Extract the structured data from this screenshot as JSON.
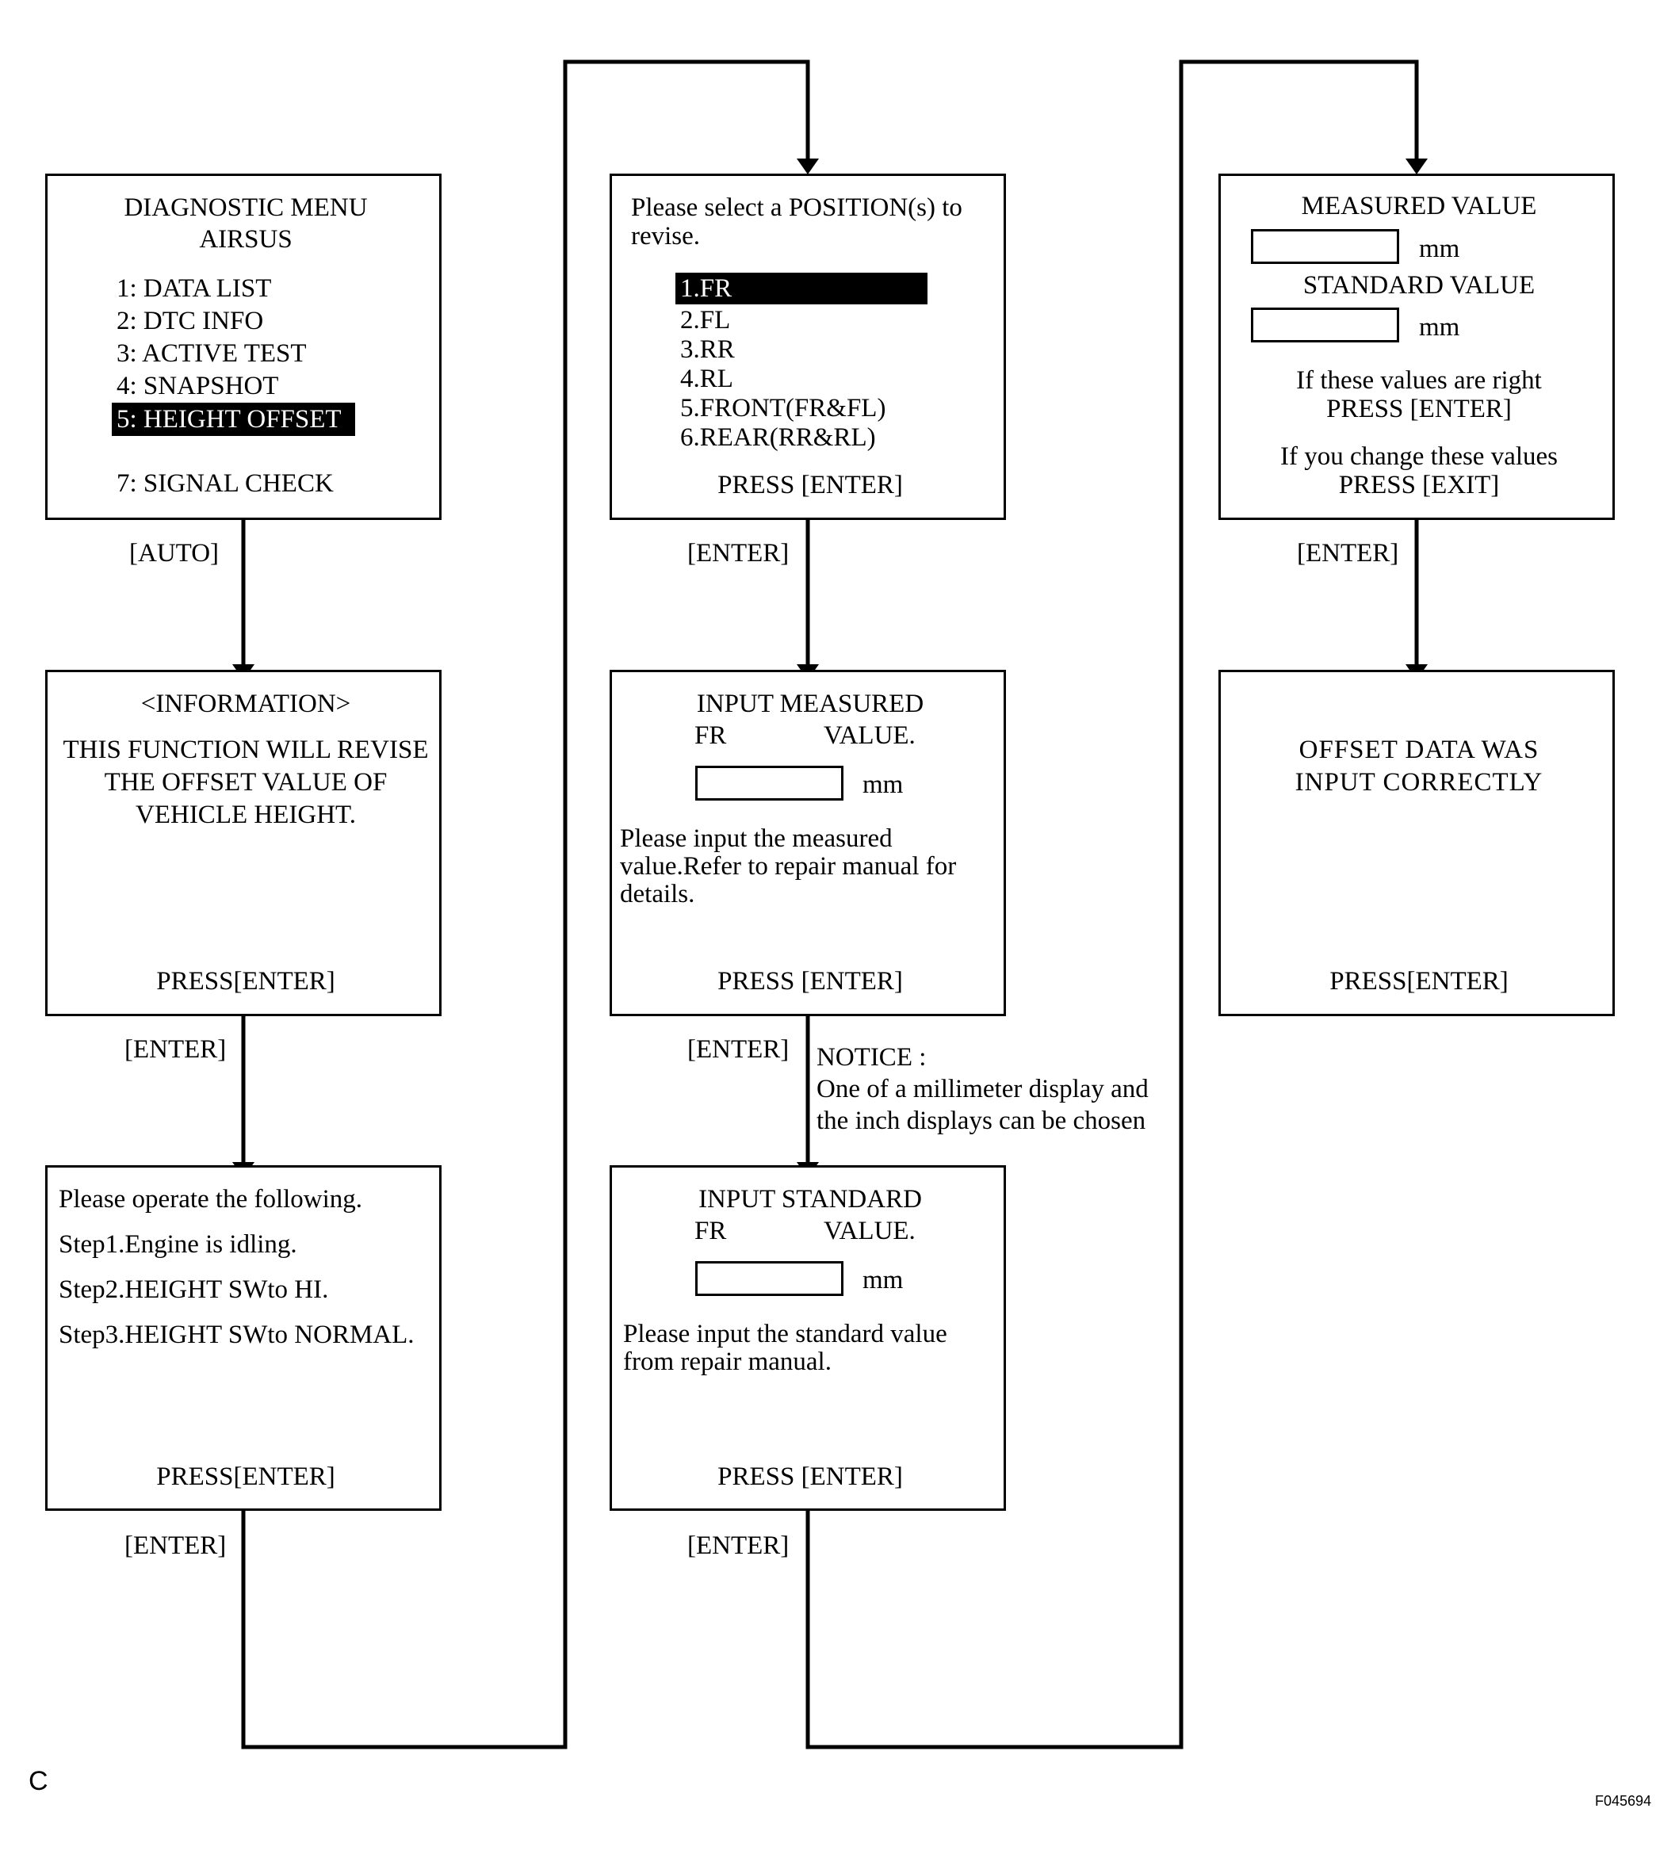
{
  "screens": {
    "menu": {
      "title1": "DIAGNOSTIC MENU",
      "title2": "AIRSUS",
      "items": [
        "1: DATA LIST",
        "2: DTC INFO",
        "3: ACTIVE TEST",
        "4: SNAPSHOT",
        "5: HEIGHT OFFSET",
        "7: SIGNAL CHECK"
      ],
      "selected_index": 4
    },
    "information": {
      "title": "<INFORMATION>",
      "lines": [
        "THIS FUNCTION WILL REVISE",
        "THE OFFSET VALUE OF",
        "VEHICLE HEIGHT."
      ],
      "press": "PRESS[ENTER]"
    },
    "operate": {
      "intro": "Please operate the following.",
      "steps": [
        "Step1.Engine is idling.",
        "Step2.HEIGHT SWto HI.",
        "Step3.HEIGHT SWto NORMAL."
      ],
      "press": "PRESS[ENTER]"
    },
    "position": {
      "prompt1": "Please select a POSITION(s) to",
      "prompt2": "revise.",
      "options": [
        "1.FR",
        "2.FL",
        "3.RR",
        "4.RL",
        "5.FRONT(FR&FL)",
        "6.REAR(RR&RL)"
      ],
      "selected_index": 0,
      "press": "PRESS [ENTER]"
    },
    "input_measured": {
      "title": "INPUT MEASURED",
      "pos": "FR",
      "value_word": "VALUE.",
      "unit": "mm",
      "lines": [
        "Please input the measured",
        "value.Refer to repair manual for",
        "details."
      ],
      "press": "PRESS [ENTER]"
    },
    "input_standard": {
      "title": "INPUT STANDARD",
      "pos": "FR",
      "value_word": "VALUE.",
      "unit": "mm",
      "lines": [
        "Please input the standard value",
        "from repair manual."
      ],
      "press": "PRESS [ENTER]"
    },
    "confirm": {
      "measured_label": "MEASURED VALUE",
      "standard_label": "STANDARD VALUE",
      "unit": "mm",
      "right1": "If these values are right",
      "right2": "PRESS [ENTER]",
      "change1": "If you change these values",
      "change2": "PRESS [EXIT]"
    },
    "done": {
      "line1": "OFFSET DATA WAS",
      "line2": "INPUT CORRECTLY",
      "press": "PRESS[ENTER]"
    }
  },
  "transitions": {
    "auto": "[AUTO]",
    "enter": "[ENTER]"
  },
  "notice": {
    "title": "NOTICE :",
    "line1": "One of a millimeter display and",
    "line2": "the inch displays can be chosen"
  },
  "footer": {
    "letter": "C",
    "code": "F045694"
  }
}
